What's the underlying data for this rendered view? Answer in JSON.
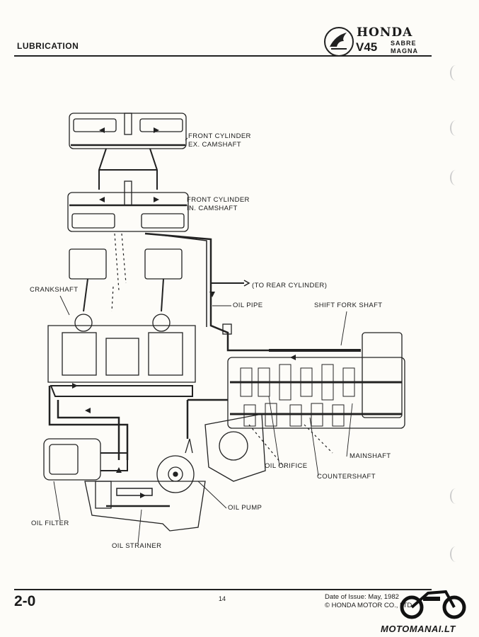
{
  "header": {
    "section_title": "LUBRICATION",
    "brand": "HONDA",
    "model": "V45",
    "submodel_1": "SABRE",
    "submodel_2": "MAGNA"
  },
  "diagram": {
    "labels": {
      "front_ex_1": "FRONT CYLINDER",
      "front_ex_2": "EX. CAMSHAFT",
      "front_in_1": "FRONT CYLINDER",
      "front_in_2": "IN. CAMSHAFT",
      "crankshaft": "CRANKSHAFT",
      "to_rear": "(TO REAR CYLINDER)",
      "oil_pipe": "OIL PIPE",
      "shift_fork": "SHIFT FORK SHAFT",
      "mainshaft": "MAINSHAFT",
      "oil_orifice": "OIL ORIFICE",
      "countershaft": "COUNTERSHAFT",
      "oil_pump": "OIL PUMP",
      "oil_filter": "OIL FILTER",
      "oil_strainer": "OIL STRAINER"
    }
  },
  "footer": {
    "page_code": "2-0",
    "page_number": "14",
    "issue_line": "Date of Issue: May, 1982",
    "copyright_line": "© HONDA MOTOR CO., LTD."
  },
  "watermark": "MOTOMANAI.LT"
}
